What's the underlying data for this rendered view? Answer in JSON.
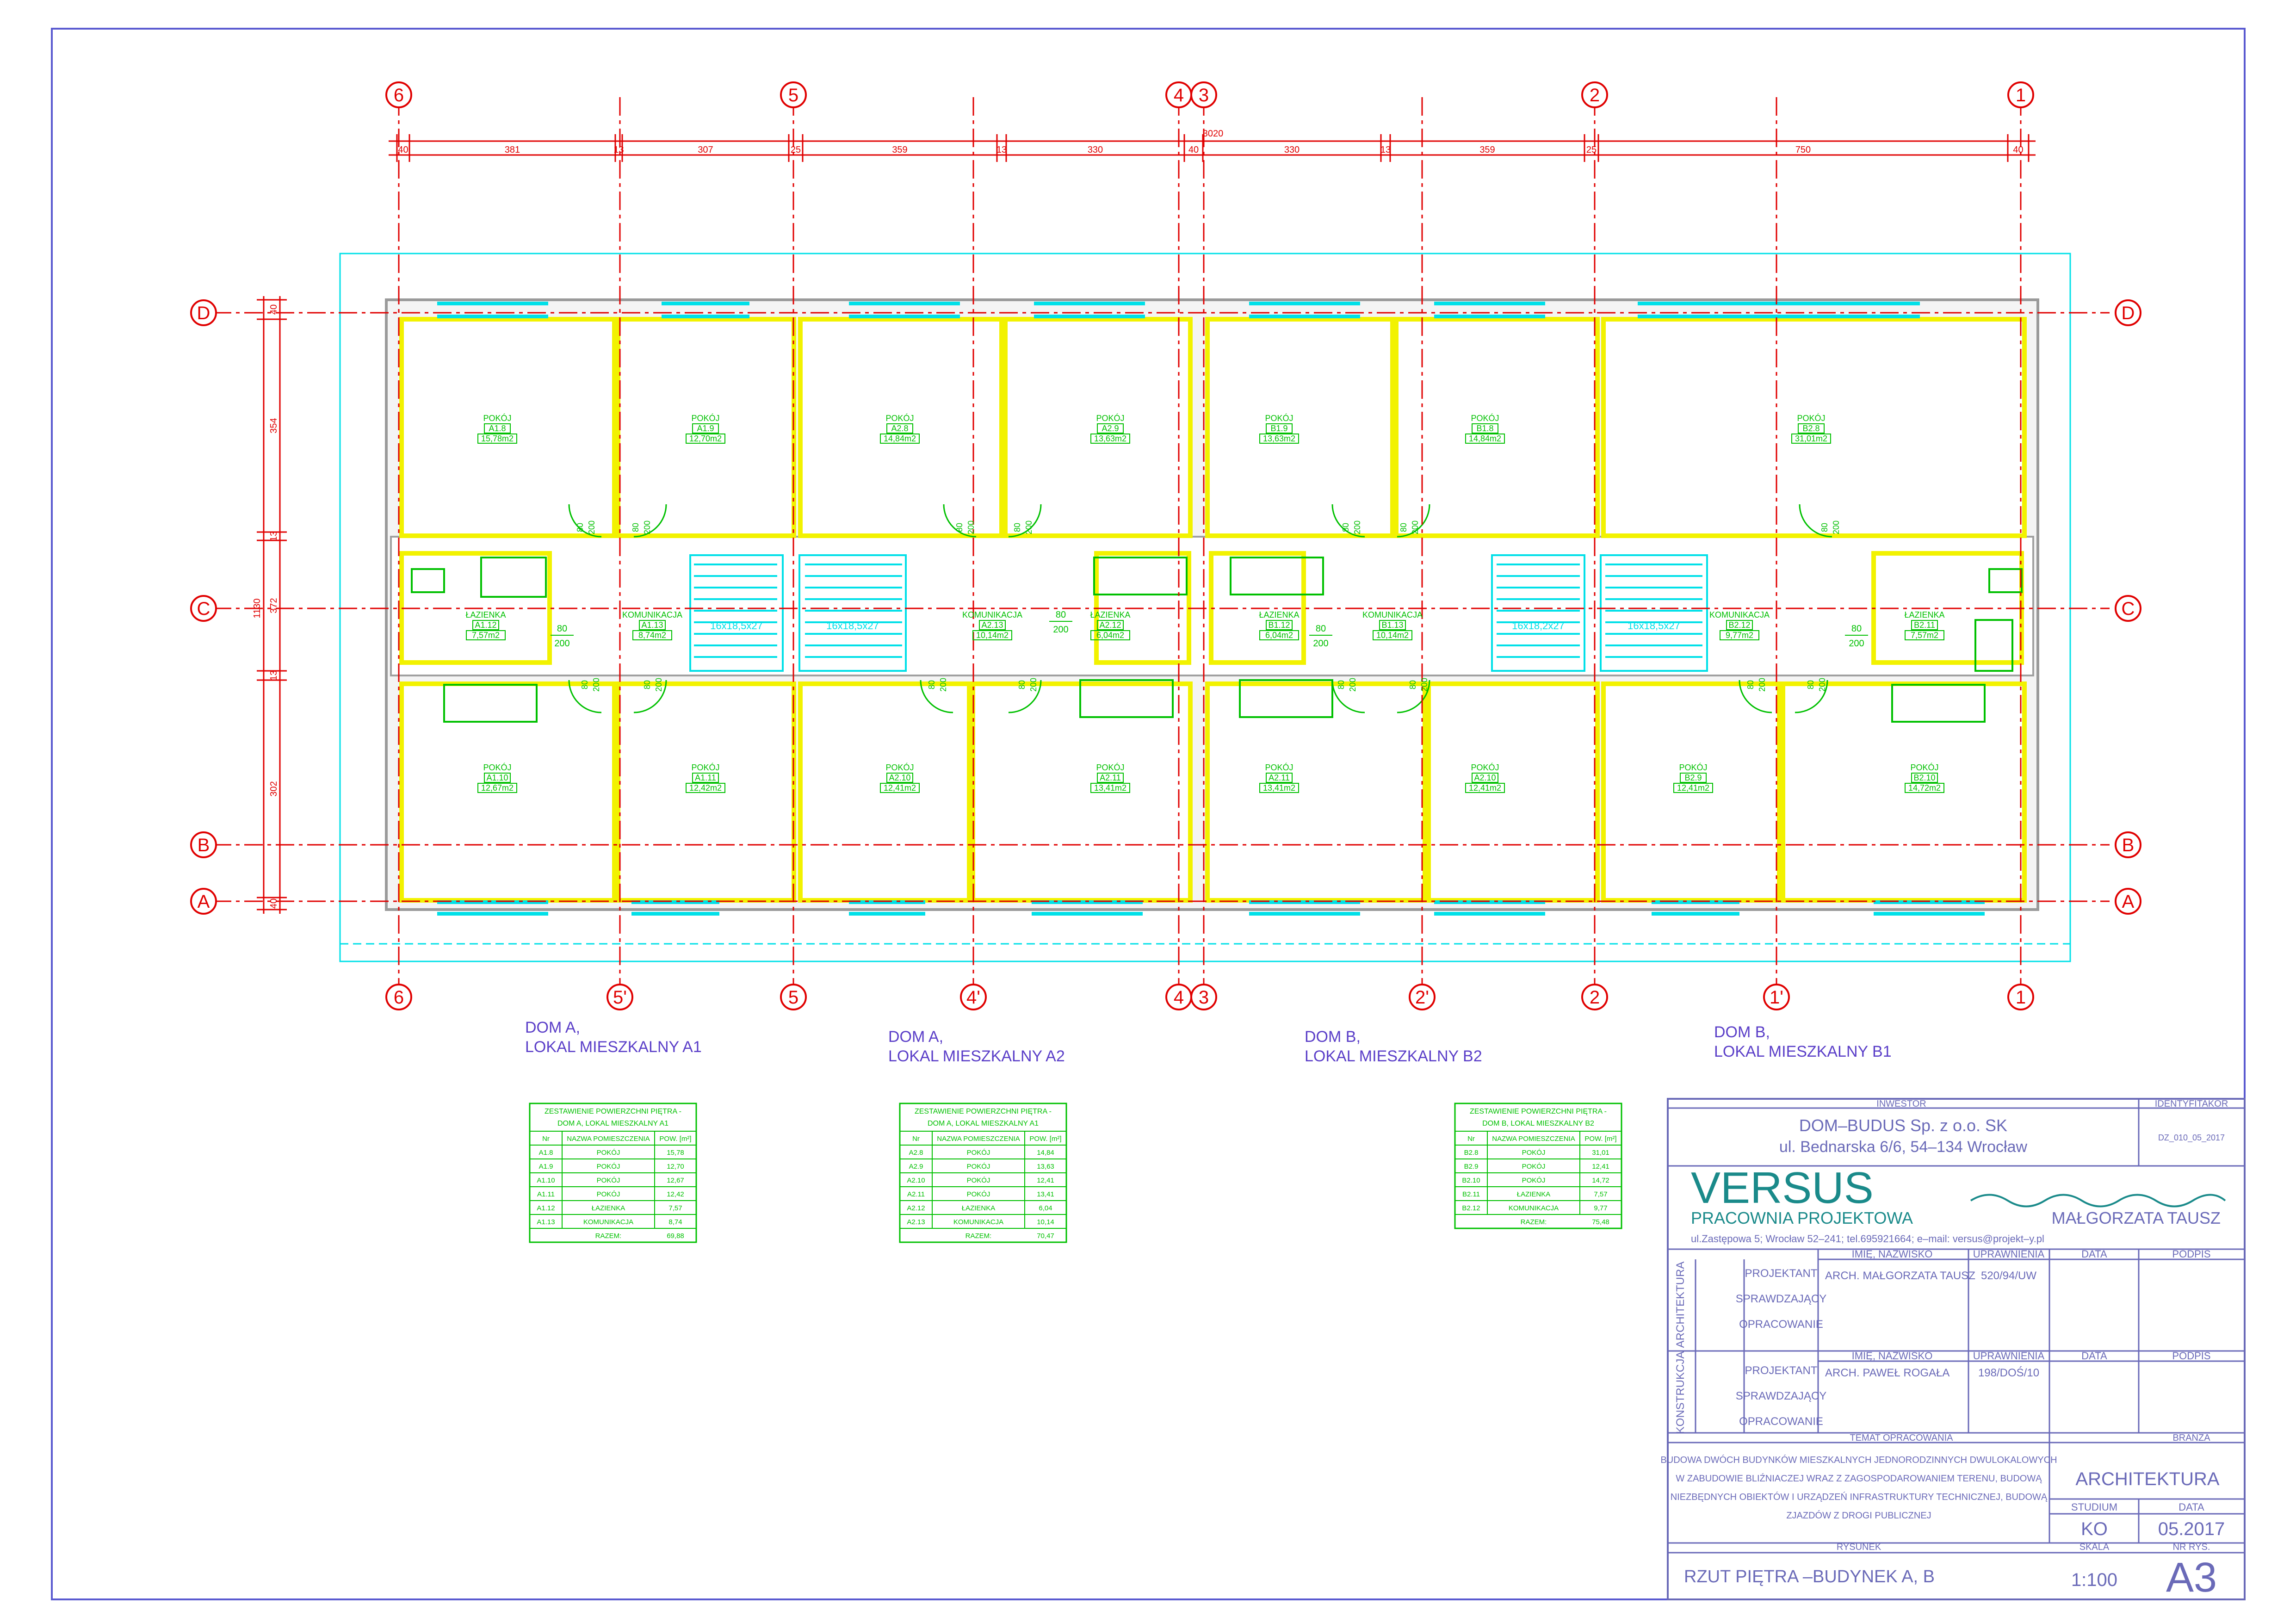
{
  "axes_top": [
    "6",
    "5",
    "4",
    "3",
    "2",
    "1"
  ],
  "axes_bottom": [
    "6",
    "5'",
    "5",
    "4'",
    "4",
    "3",
    "2'",
    "2",
    "1'",
    "1"
  ],
  "axes_rows": [
    "D",
    "C",
    "B",
    "A"
  ],
  "dims_top": [
    "40",
    "381",
    "13",
    "307",
    "25",
    "359",
    "13",
    "330",
    "40",
    "330",
    "13",
    "359",
    "25",
    "750",
    "40"
  ],
  "dim_total": "3020",
  "dims_left": [
    "40",
    "354",
    "13",
    "372",
    "13",
    "302",
    "40"
  ],
  "dim_left_total": "1130",
  "rooms": [
    {
      "name": "POKÓJ",
      "no": "A1.8",
      "area": "15,78m2"
    },
    {
      "name": "POKÓJ",
      "no": "A1.9",
      "area": "12,70m2"
    },
    {
      "name": "POKÓJ",
      "no": "A2.8",
      "area": "14,84m2"
    },
    {
      "name": "POKÓJ",
      "no": "A2.9",
      "area": "13,63m2"
    },
    {
      "name": "POKÓJ",
      "no": "B1.9",
      "area": "13,63m2"
    },
    {
      "name": "POKÓJ",
      "no": "B1.8",
      "area": "14,84m2"
    },
    {
      "name": "POKÓJ",
      "no": "B2.8",
      "area": "31,01m2"
    },
    {
      "name": "ŁAZIENKA",
      "no": "A1.12",
      "area": "7,57m2"
    },
    {
      "name": "KOMUNIKACJA",
      "no": "A1.13",
      "area": "8,74m2"
    },
    {
      "name": "KOMUNIKACJA",
      "no": "A2.13",
      "area": "10,14m2"
    },
    {
      "name": "ŁAZIENKA",
      "no": "A2.12",
      "area": "6,04m2"
    },
    {
      "name": "ŁAZIENKA",
      "no": "B1.12",
      "area": "6,04m2"
    },
    {
      "name": "KOMUNIKACJA",
      "no": "B1.13",
      "area": "10,14m2"
    },
    {
      "name": "KOMUNIKACJA",
      "no": "B2.12",
      "area": "9,77m2"
    },
    {
      "name": "ŁAZIENKA",
      "no": "B2.11",
      "area": "7,57m2"
    },
    {
      "name": "POKÓJ",
      "no": "A1.10",
      "area": "12,67m2"
    },
    {
      "name": "POKÓJ",
      "no": "A1.11",
      "area": "12,42m2"
    },
    {
      "name": "POKÓJ",
      "no": "A2.10",
      "area": "12,41m2"
    },
    {
      "name": "POKÓJ",
      "no": "A2.11",
      "area": "13,41m2"
    },
    {
      "name": "POKÓJ",
      "no": "A2.11",
      "area": "13,41m2"
    },
    {
      "name": "POKÓJ",
      "no": "A2.10",
      "area": "12,41m2"
    },
    {
      "name": "POKÓJ",
      "no": "B2.9",
      "area": "12,41m2"
    },
    {
      "name": "POKÓJ",
      "no": "B2.10",
      "area": "14,72m2"
    }
  ],
  "stairs": [
    "16x18,5x27",
    "16x18,5x27",
    "16x18,2x27",
    "16x18,5x27"
  ],
  "door_labels": [
    "80",
    "200"
  ],
  "door_vert": [
    "80",
    "200"
  ],
  "sections": [
    {
      "line1": "DOM A,",
      "line2": "LOKAL MIESZKALNY A1"
    },
    {
      "line1": "DOM A,",
      "line2": "LOKAL MIESZKALNY A2"
    },
    {
      "line1": "DOM B,",
      "line2": "LOKAL MIESZKALNY B2"
    },
    {
      "line1": "DOM B,",
      "line2": "LOKAL MIESZKALNY B1"
    }
  ],
  "tables": [
    {
      "title1": "ZESTAWIENIE POWIERZCHNI PIĘTRA -",
      "title2": "DOM A, LOKAL MIESZKALNY A1",
      "head": [
        "Nr",
        "NAZWA POMIESZCZENIA",
        "POW. [m²]"
      ],
      "rows": [
        [
          "A1.8",
          "POKÓJ",
          "15,78"
        ],
        [
          "A1.9",
          "POKÓJ",
          "12,70"
        ],
        [
          "A1.10",
          "POKÓJ",
          "12,67"
        ],
        [
          "A1.11",
          "POKÓJ",
          "12,42"
        ],
        [
          "A1.12",
          "ŁAZIENKA",
          "7,57"
        ],
        [
          "A1.13",
          "KOMUNIKACJA",
          "8,74"
        ]
      ],
      "total_label": "RAZEM:",
      "total": "69,88"
    },
    {
      "title1": "ZESTAWIENIE POWIERZCHNI PIĘTRA -",
      "title2": "DOM A, LOKAL MIESZKALNY A1",
      "head": [
        "Nr",
        "NAZWA POMIESZCZENIA",
        "POW. [m²]"
      ],
      "rows": [
        [
          "A2.8",
          "POKÓJ",
          "14,84"
        ],
        [
          "A2.9",
          "POKÓJ",
          "13,63"
        ],
        [
          "A2.10",
          "POKÓJ",
          "12,41"
        ],
        [
          "A2.11",
          "POKÓJ",
          "13,41"
        ],
        [
          "A2.12",
          "ŁAZIENKA",
          "6,04"
        ],
        [
          "A2.13",
          "KOMUNIKACJA",
          "10,14"
        ]
      ],
      "total_label": "RAZEM:",
      "total": "70,47"
    },
    {
      "title1": "ZESTAWIENIE POWIERZCHNI PIĘTRA -",
      "title2": "DOM B, LOKAL MIESZKALNY B2",
      "head": [
        "Nr",
        "NAZWA POMIESZCZENIA",
        "POW. [m²]"
      ],
      "rows": [
        [
          "B2.8",
          "POKÓJ",
          "31,01"
        ],
        [
          "B2.9",
          "POKÓJ",
          "12,41"
        ],
        [
          "B2.10",
          "POKÓJ",
          "14,72"
        ],
        [
          "B2.11",
          "ŁAZIENKA",
          "7,57"
        ],
        [
          "B2.12",
          "KOMUNIKACJA",
          "9,77"
        ]
      ],
      "total_label": "RAZEM:",
      "total": "75,48"
    }
  ],
  "titleblock": {
    "investor_label": "INWESTOR",
    "ident_label": "IDENTYFITAKOR",
    "investor_name": "DOM–BUDUS Sp. z o.o. SK",
    "investor_addr": "ul. Bednarska 6/6, 54–134 Wrocław",
    "ident": "DZ_010_05_2017",
    "logo": "VERSUS",
    "firm": "PRACOWNIA PROJEKTOWA",
    "owner": "MAŁGORZATA TAUSZ",
    "firm_addr": "ul.Zastępowa 5; Wrocław 52–241; tel.695921664;  e–mail: versus@projekt–y.pl",
    "col_name": "IMIĘ, NAZWISKO",
    "col_perm": "UPRAWNIENIA",
    "col_date": "DATA",
    "col_sign": "PODPIS",
    "arch_label": "ARCHITEKTURA",
    "konst_label": "KONSTRUKCJA",
    "roles": [
      "PROJEKTANT",
      "SPRAWDZAJĄCY",
      "OPRACOWANIE"
    ],
    "arch_name": "ARCH. MAŁGORZATA TAUSZ",
    "arch_perm": "520/94/UW",
    "konst_name": "ARCH. PAWEŁ ROGAŁA",
    "konst_perm": "198/DOŚ/10",
    "topic_label": "TEMAT OPRACOWANIA",
    "branch_label": "BRANŻA",
    "topic": [
      "BUDOWA DWÓCH BUDYNKÓW MIESZKALNYCH JEDNORODZINNYCH DWULOKALOWYCH",
      "W ZABUDOWIE BLIŹNIACZEJ WRAZ Z ZAGOSPODAROWANIEM TERENU, BUDOWĄ",
      "NIEZBĘDNYCH OBIEKTÓW I URZĄDZEŃ INFRASTRUKTURY TECHNICZNEJ, BUDOWĄ",
      "ZJAZDÓW Z DROGI PUBLICZNEJ"
    ],
    "branch": "ARCHITEKTURA",
    "stadium_label": "STUDIUM",
    "date_label": "DATA",
    "stadium": "KO",
    "date": "05.2017",
    "drawing_label": "RYSUNEK",
    "scale_label": "SKALA",
    "no_label": "NR RYS.",
    "drawing": "RZUT PIĘTRA –BUDYNEK A, B",
    "scale": "1:100",
    "no": "A3"
  },
  "colors": {
    "red": "#e00000",
    "yellow": "#f2f200",
    "cyan": "#00e0e8",
    "green": "#00c000",
    "purple": "#5a3ec8",
    "frame": "#5a5ad0",
    "gray": "#b8b8b8",
    "tb": "#6a6ab8"
  }
}
